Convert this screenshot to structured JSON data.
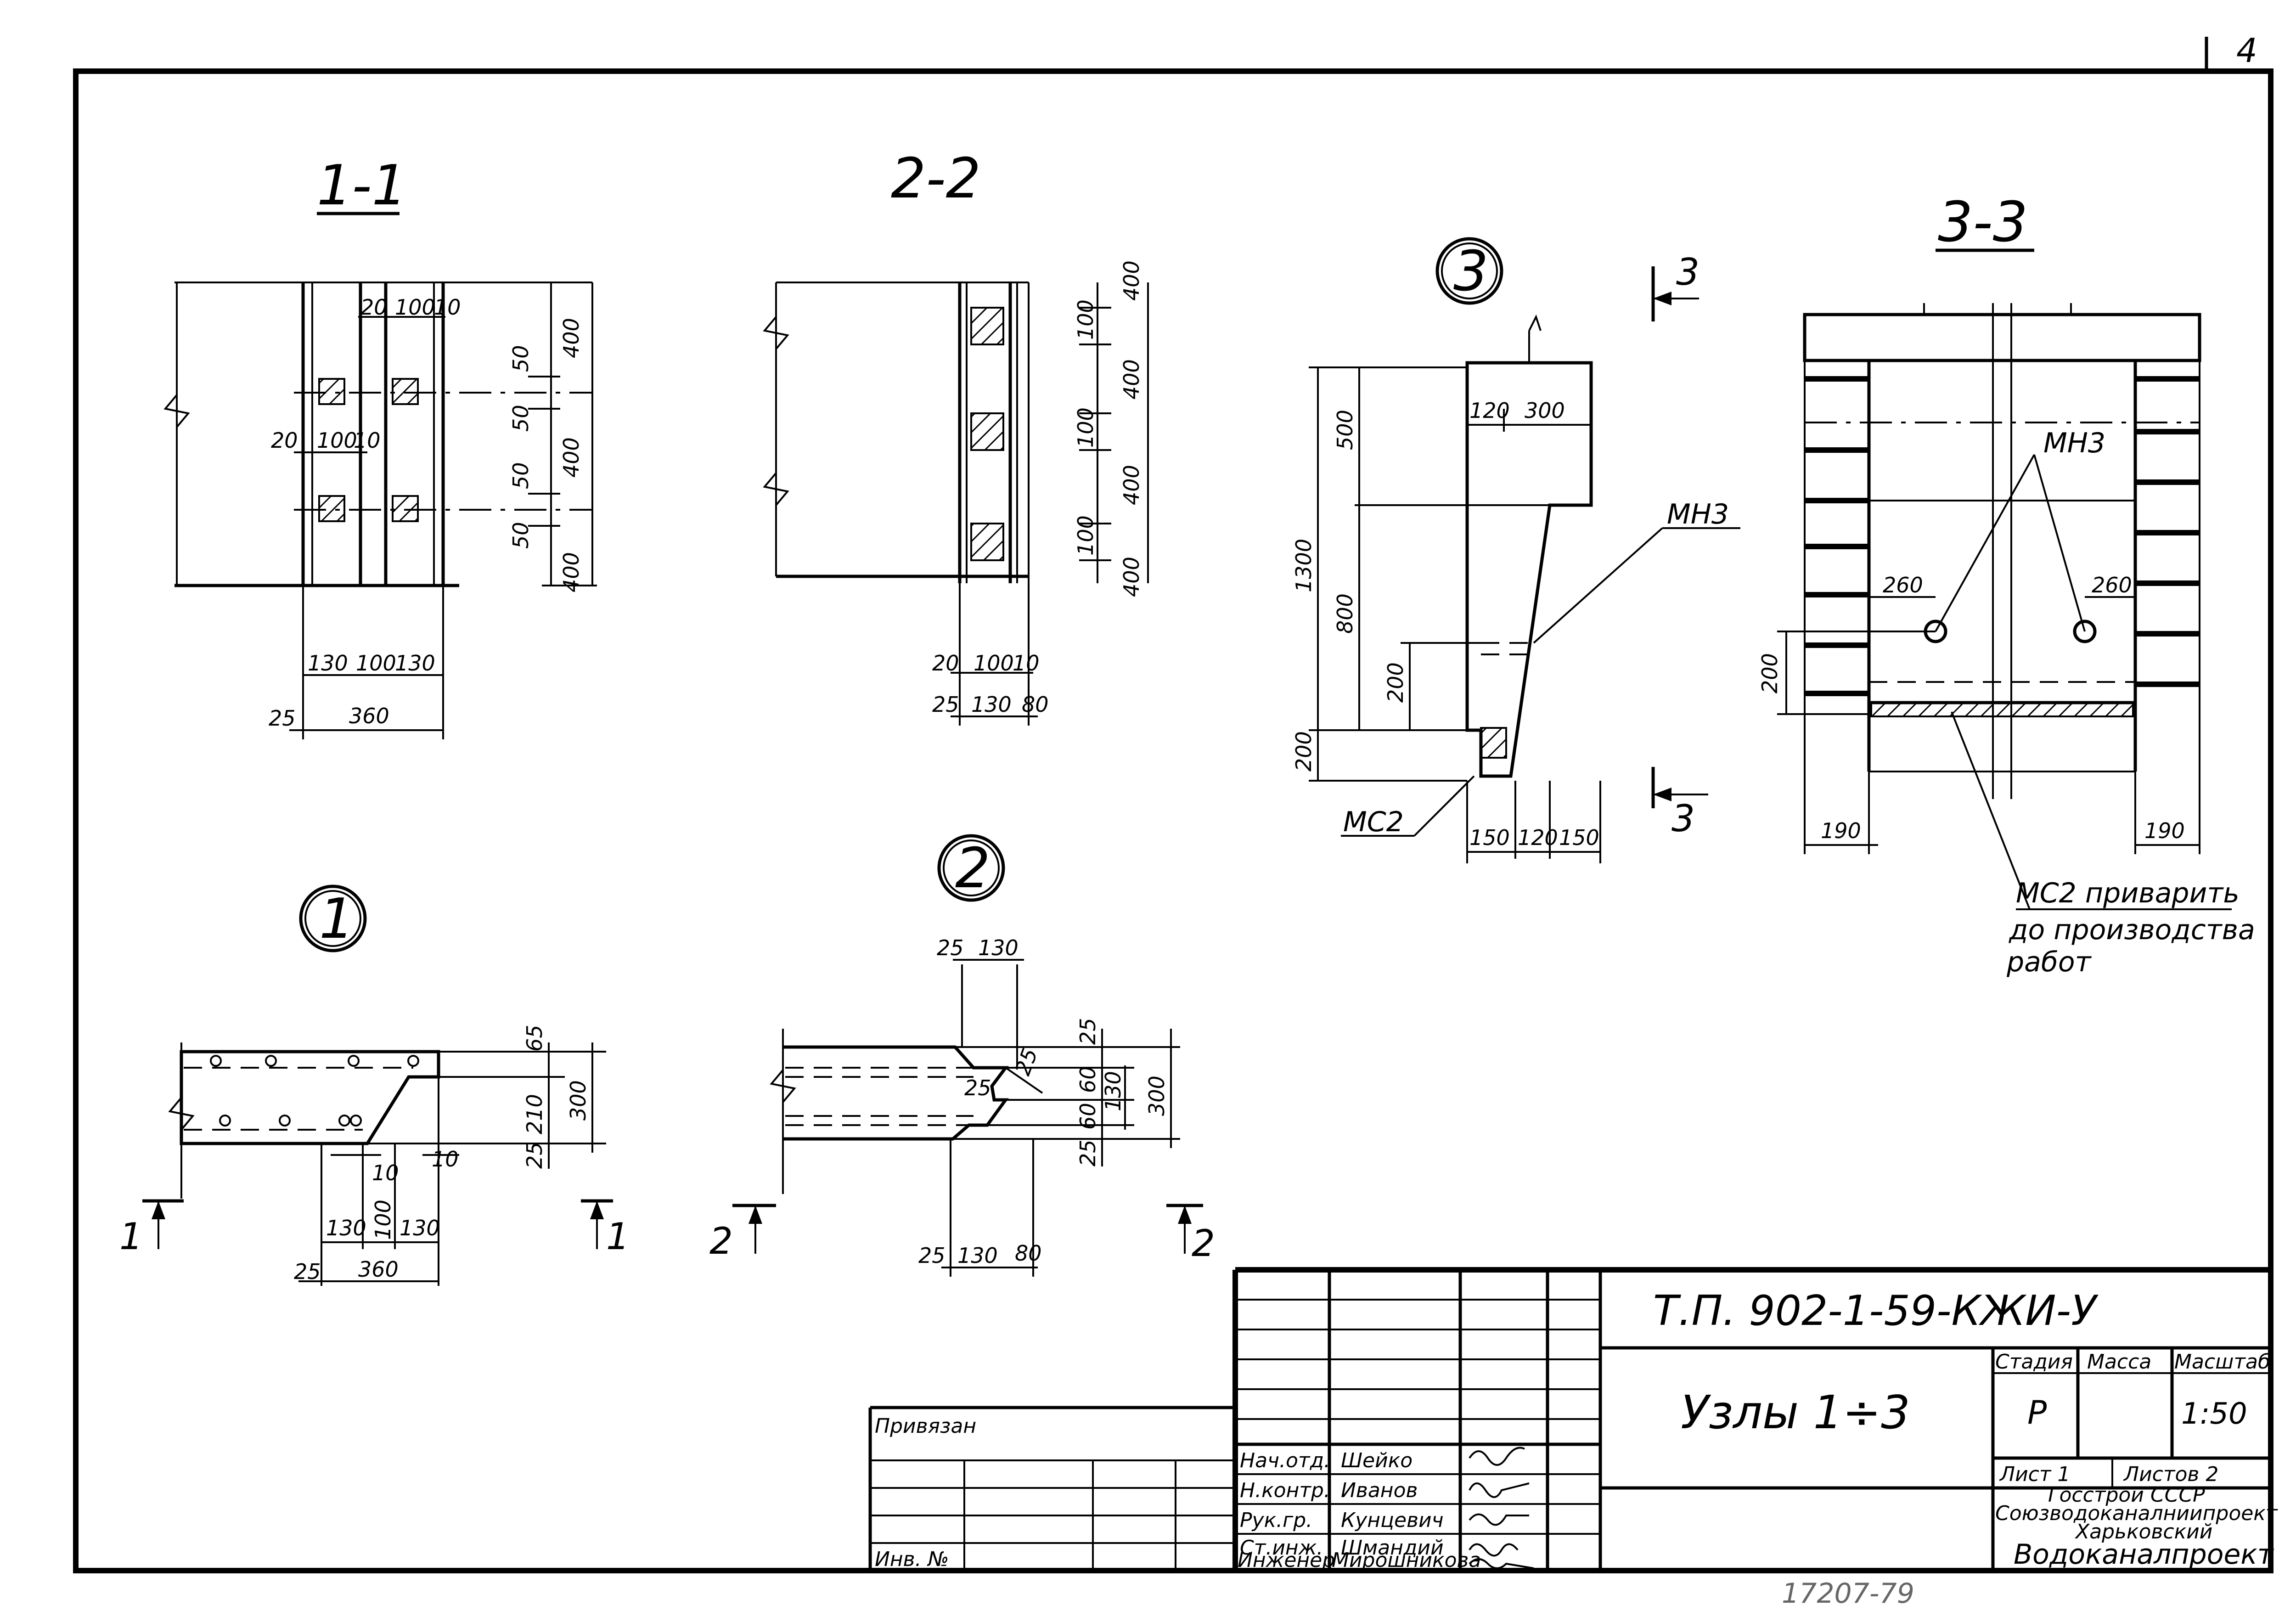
{
  "page_number": "4",
  "sections": {
    "s1": {
      "title": "1-1",
      "dims_top": [
        "20",
        "100",
        "10"
      ],
      "dims_side_small": [
        "50",
        "50",
        "50",
        "50"
      ],
      "dims_side_big": [
        "400",
        "400",
        "400"
      ],
      "dims_left": [
        "20",
        "100",
        "10"
      ],
      "dims_bottom": [
        "130",
        "100",
        "130"
      ],
      "dims_total": [
        "25",
        "360"
      ]
    },
    "s2": {
      "title": "2-2",
      "dims_side_small": [
        "100",
        "100",
        "100"
      ],
      "dims_side_big": [
        "400",
        "400",
        "400",
        "400"
      ],
      "dims_bottom1": [
        "20",
        "100",
        "10"
      ],
      "dims_bottom2": [
        "25",
        "130",
        "80"
      ]
    },
    "s3": {
      "title": "3-3",
      "label_mn3": "МН3",
      "dim_left": "260",
      "dim_right": "260",
      "dim_vert": "200",
      "dim_bl": "190",
      "dim_br": "190",
      "note_lines": [
        "МС2 приварить",
        "до производства",
        "работ"
      ]
    }
  },
  "nodes": {
    "n1": {
      "num": "1",
      "dims_right": [
        "65",
        "210",
        "25"
      ],
      "dim_total": "300",
      "dims_bottom": [
        "10",
        "10"
      ],
      "dims_row": [
        "130",
        "100",
        "130"
      ],
      "dims_total": [
        "25",
        "360"
      ],
      "cut_left": "1",
      "cut_right": "1"
    },
    "n2": {
      "num": "2",
      "dims_top": [
        "25",
        "130"
      ],
      "dims_right": [
        "25",
        "60",
        "60",
        "25"
      ],
      "dim_mid": "130",
      "dim_total": "300",
      "dim_inner": "25",
      "dim_inner2": "25",
      "dims_bottom": [
        "25",
        "130",
        "80"
      ],
      "cut_left": "2",
      "cut_right": "2"
    },
    "n3": {
      "num": "3",
      "dims_left": [
        "500",
        "800",
        "200"
      ],
      "dim_total": "1300",
      "dim_bottom": "200",
      "dims_top": [
        "120",
        "300"
      ],
      "dims_bottom_row": [
        "150",
        "120",
        "150"
      ],
      "label_mn3": "МН3",
      "label_mc2": "МС2",
      "cut_top": "3",
      "cut_bottom": "3"
    }
  },
  "title_block": {
    "code": "Т.П. 902-1-59-КЖИ-У",
    "drawing_name": "Узлы 1÷3",
    "header_stage": "Стадия",
    "header_mass": "Масса",
    "header_scale": "Масштаб",
    "stage": "Р",
    "mass": "",
    "scale": "1:50",
    "sheet_label": "Лист 1",
    "sheets_label": "Листов 2",
    "org_lines": [
      "Госстрой СССР",
      "Союзводоканалниипроект",
      "Харьковский",
      "Водоканалпроект"
    ],
    "linked": "Привязан",
    "inv": "Инв. №",
    "staff": [
      {
        "role": "Нач.отд.",
        "name": "Шейко"
      },
      {
        "role": "Н.контр.",
        "name": "Иванов"
      },
      {
        "role": "Рук.гр.",
        "name": "Кунцевич"
      },
      {
        "role": "Ст.инж.",
        "name": "Шмандий"
      },
      {
        "role": "Инженер",
        "name": "Мирошникова"
      }
    ]
  },
  "archive_number": "17207-79"
}
